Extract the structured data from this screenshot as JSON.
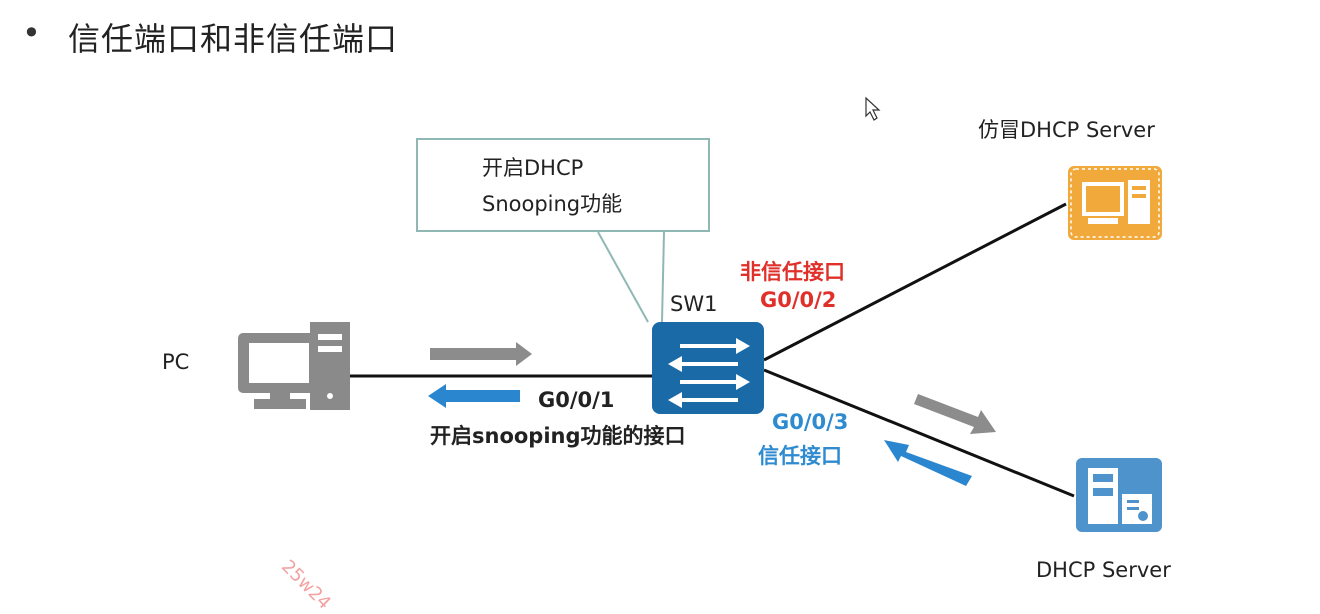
{
  "slide": {
    "bullet": "•",
    "title": "信任端口和非信任端口"
  },
  "callout": {
    "line1": "开启DHCP",
    "line2": "Snooping功能"
  },
  "nodes": {
    "pc_label": "PC",
    "switch_label": "SW1",
    "rogue_server_label": "仿冒DHCP Server",
    "server_label": "DHCP Server"
  },
  "ports": {
    "untrusted_title": "非信任接口",
    "untrusted_port": "G0/0/2",
    "pc_port": "G0/0/1",
    "pc_port_desc": "开启snooping功能的接口",
    "trusted_port": "G0/0/3",
    "trusted_title": "信任接口"
  },
  "watermark": "25w24",
  "colors": {
    "switch_blue": "#1a6aa8",
    "arrow_blue": "#2a86cf",
    "arrow_gray": "#8c8c8c",
    "rogue_orange": "#f2a93b",
    "server_blue": "#4f93cc",
    "callout_border": "#8fb8b4",
    "untrusted_red": "#e0302a"
  }
}
